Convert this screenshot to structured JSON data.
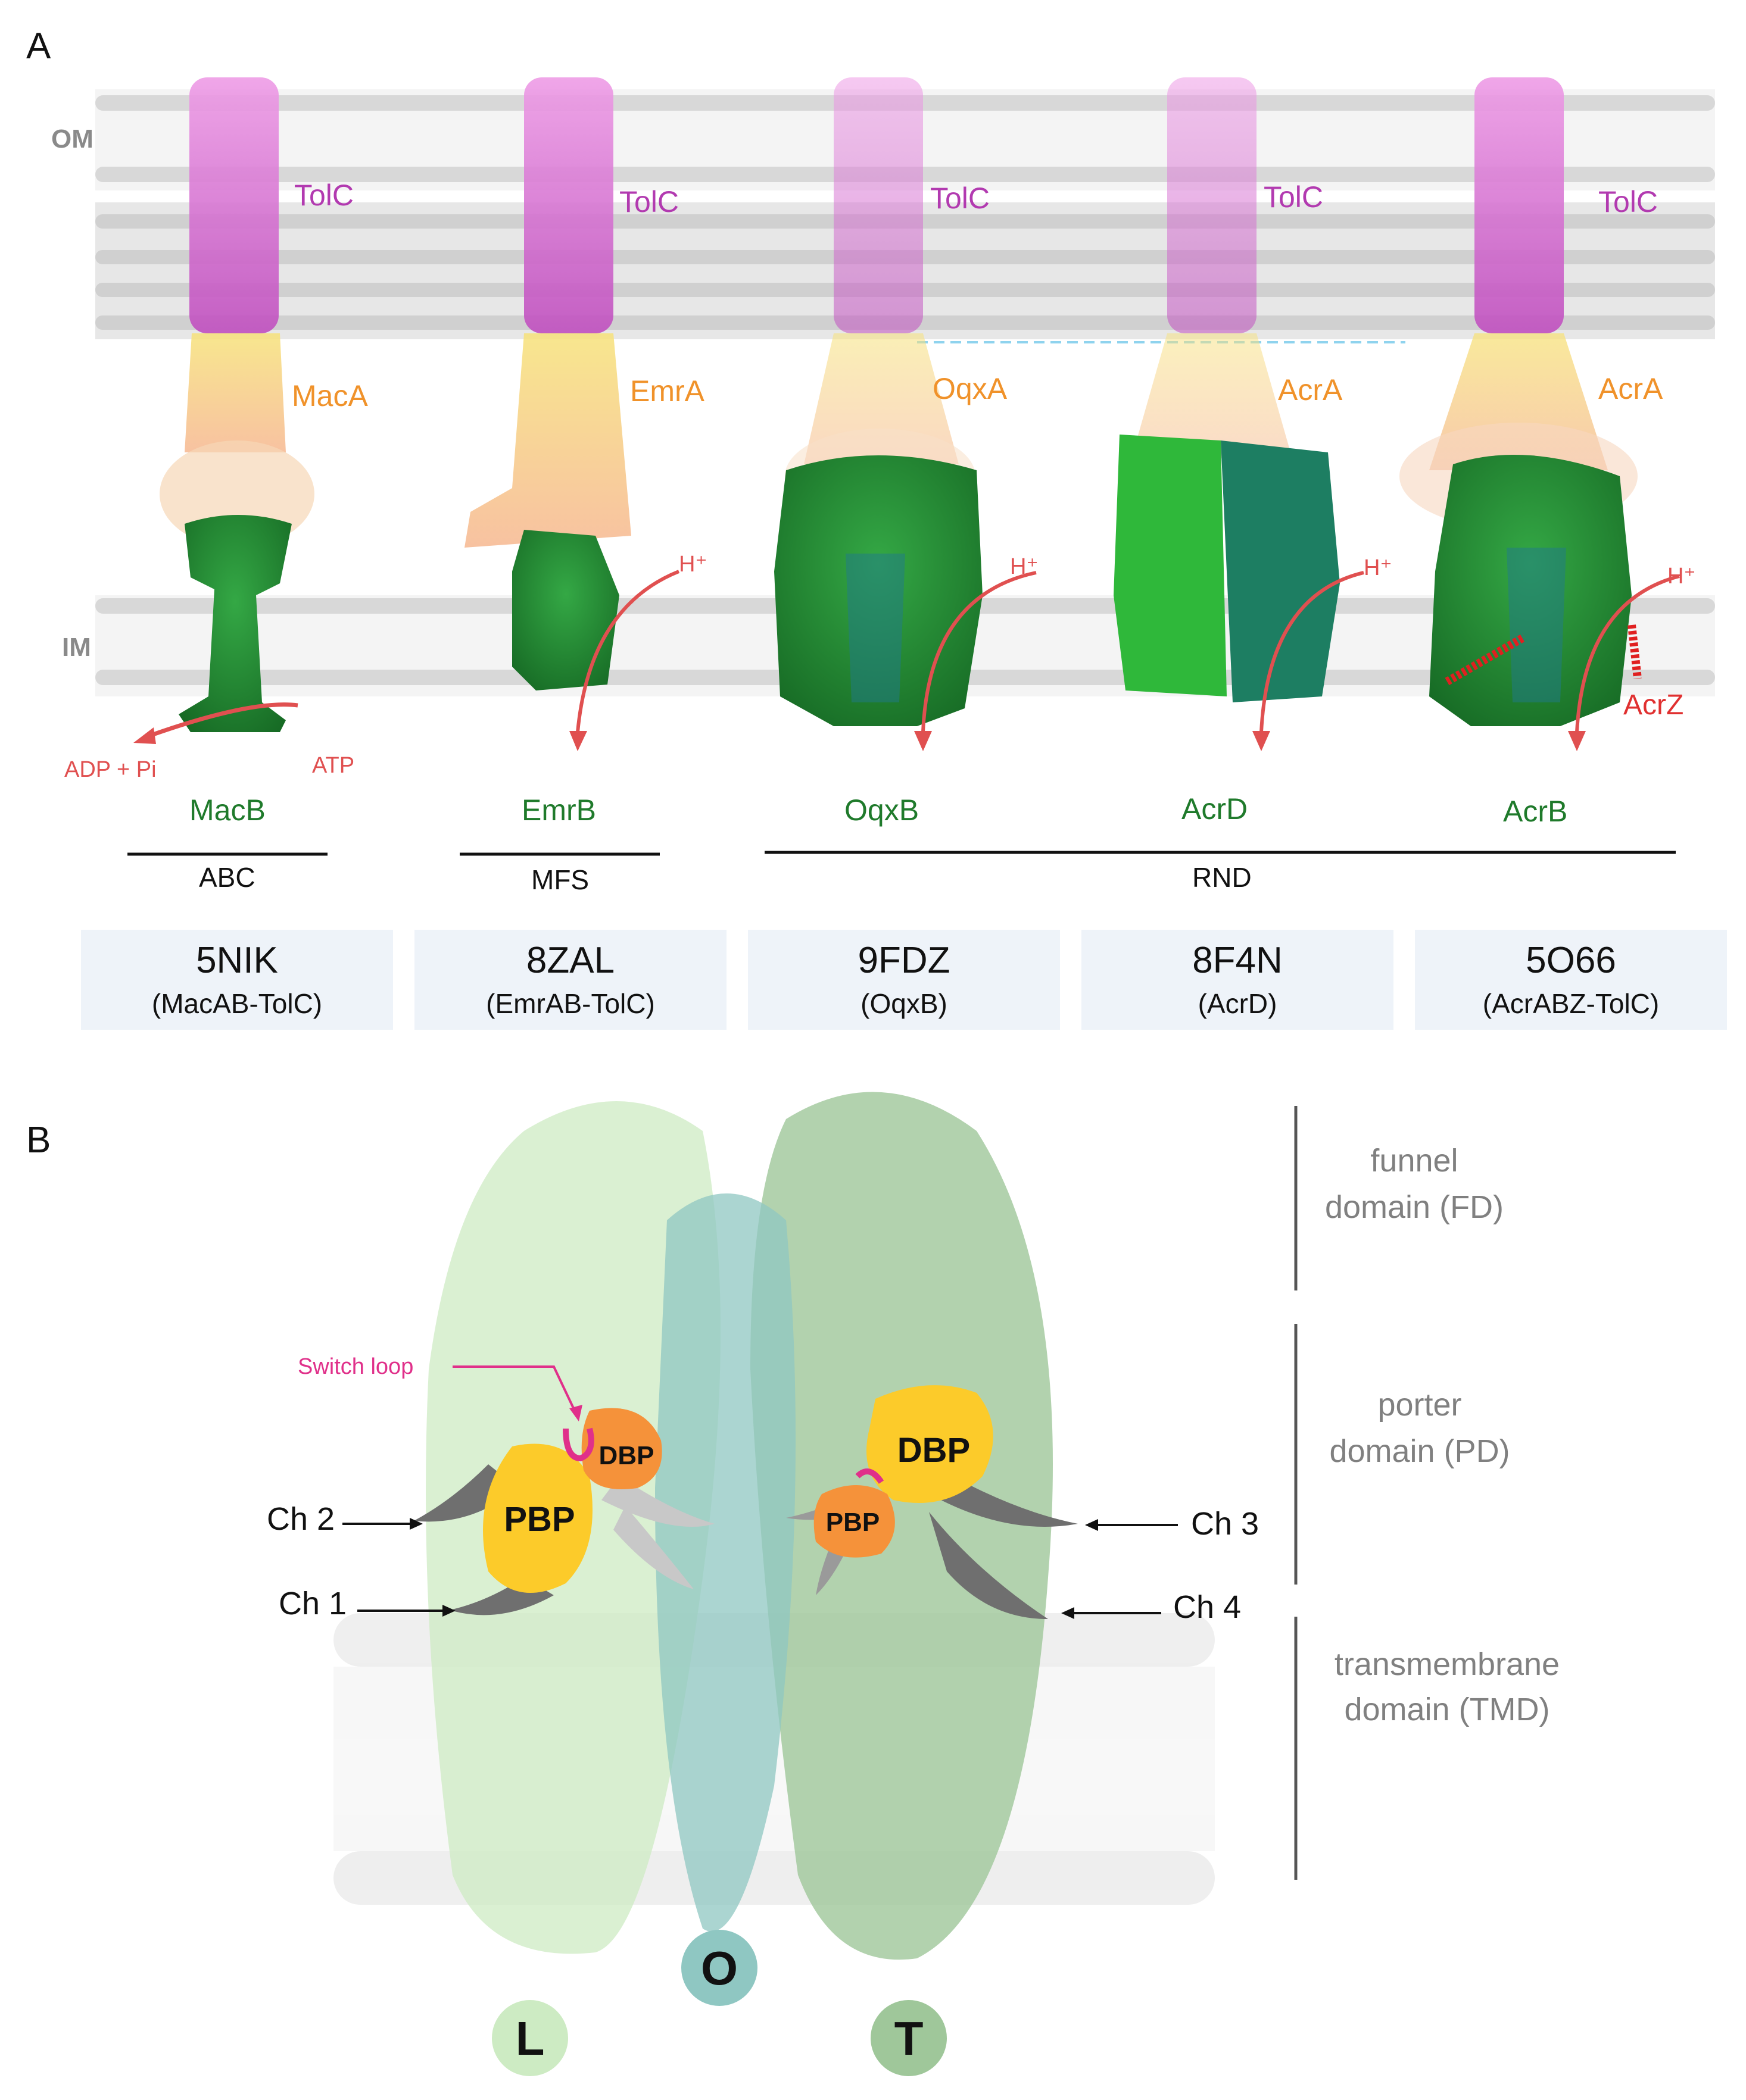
{
  "panel_a": {
    "letter": "A",
    "membranes": {
      "outer": "OM",
      "inner": "IM"
    },
    "pumps": [
      {
        "tolc": "TolC",
        "mfp": "MacA",
        "transporter": "MacB",
        "energy_left": "ADP + Pi",
        "energy_right": "ATP"
      },
      {
        "tolc": "TolC",
        "mfp": "EmrA",
        "transporter": "EmrB",
        "proton": "H⁺"
      },
      {
        "tolc": "TolC",
        "mfp": "OqxA",
        "transporter": "OqxB",
        "proton": "H⁺"
      },
      {
        "tolc": "TolC",
        "mfp": "AcrA",
        "transporter": "AcrD",
        "proton": "H⁺"
      },
      {
        "tolc": "TolC",
        "mfp": "AcrA",
        "transporter": "AcrB",
        "proton": "H⁺",
        "extra": "AcrZ"
      }
    ],
    "families": [
      "ABC",
      "MFS",
      "RND"
    ],
    "pdb": [
      {
        "id": "5NIK",
        "name": "(MacAB-TolC)"
      },
      {
        "id": "8ZAL",
        "name": "(EmrAB-TolC)"
      },
      {
        "id": "9FDZ",
        "name": "(OqxB)"
      },
      {
        "id": "8F4N",
        "name": "(AcrD)"
      },
      {
        "id": "5O66",
        "name": "(AcrABZ-TolC)"
      }
    ]
  },
  "panel_b": {
    "letter": "B",
    "domains": [
      {
        "line1": "funnel",
        "line2": "domain (FD)"
      },
      {
        "line1": "porter",
        "line2": "domain (PD)"
      },
      {
        "line1": "transmembrane",
        "line2": "domain (TMD)"
      }
    ],
    "switch_loop": "Switch loop",
    "pockets": {
      "proximal": "PBP",
      "distal": "DBP"
    },
    "channels": {
      "ch1": "Ch 1",
      "ch2": "Ch 2",
      "ch3": "Ch 3",
      "ch4": "Ch 4"
    },
    "protomers": {
      "loose": "L",
      "open": "O",
      "tight": "T"
    }
  },
  "colors": {
    "tolc": "#d65fd0",
    "mfp": "#f5a34a",
    "transporter": "#2e9b3a",
    "proton_arrow": "#e05050",
    "pbp": "#fccb2a",
    "dbp": "#f5923a",
    "channel": "#777777",
    "protomer_l": "#cdebc3",
    "protomer_o": "#8fc7c2",
    "protomer_t": "#9fc79a"
  }
}
